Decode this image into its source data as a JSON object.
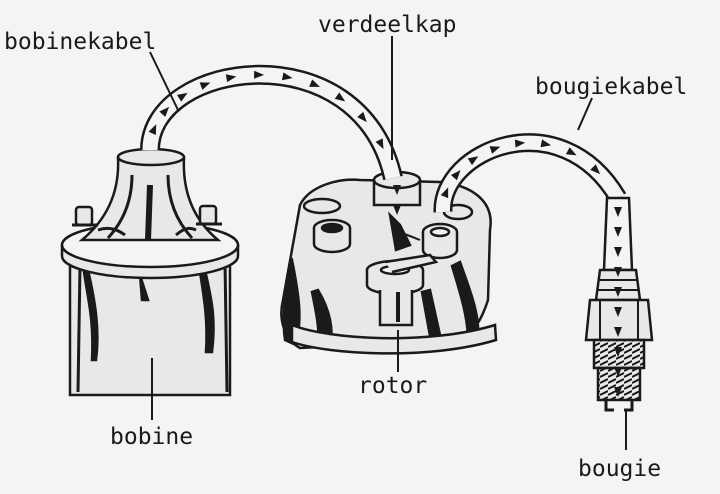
{
  "labels": {
    "coil_cable": "bobinekabel",
    "distributor_cap": "verdeelkap",
    "plug_cable": "bougiekabel",
    "rotor": "rotor",
    "coil": "bobine",
    "spark_plug": "bougie"
  },
  "colors": {
    "ink": "#1a1a1a",
    "paper": "#f4f4f2",
    "part_fill": "#e8e8e6"
  },
  "icons": {
    "current_arrow": "current-flow-arrow"
  }
}
